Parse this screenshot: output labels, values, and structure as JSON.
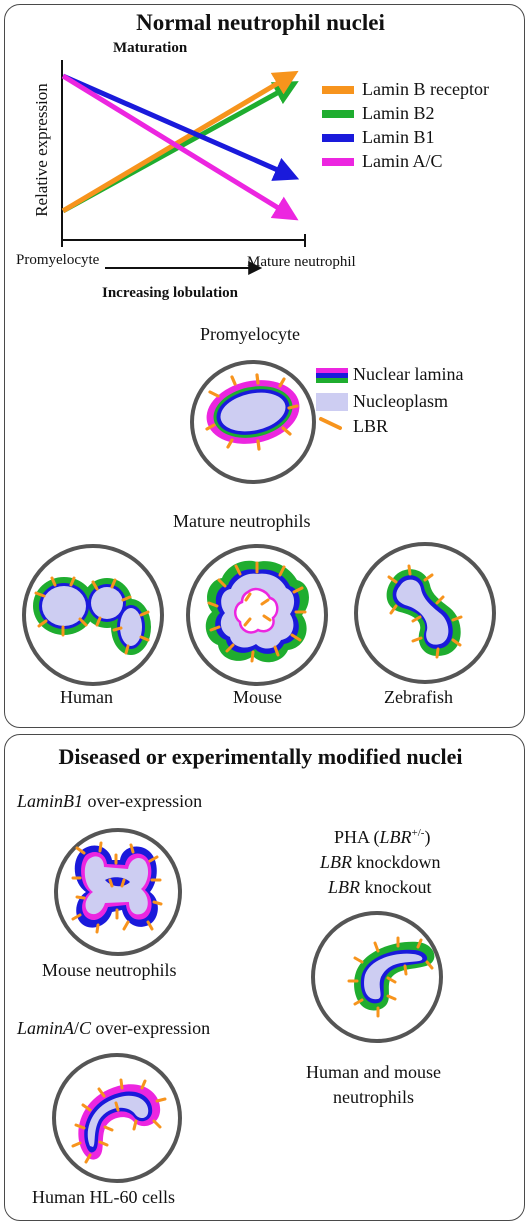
{
  "normal_panel": {
    "title": "Normal neutrophil nuclei",
    "chart_title": "Maturation",
    "y_axis_label": "Relative expression",
    "x_start_label": "Promyelocyte",
    "x_end_label": "Mature neutrophil",
    "arrow_caption": "Increasing lobulation",
    "legend": [
      {
        "label": "Lamin B receptor",
        "color": "#f7941d"
      },
      {
        "label": "Lamin B2",
        "color": "#1fad2f"
      },
      {
        "label": "Lamin B1",
        "color": "#1a1adb"
      },
      {
        "label": "Lamin A/C",
        "color": "#ec26e0"
      }
    ],
    "promyelocyte_label": "Promyelocyte",
    "cell_legend": [
      {
        "label": "Nuclear lamina",
        "icon": "lamina-stripe-icon"
      },
      {
        "label": "Nucleoplasm",
        "icon": "nucleoplasm-swatch-icon",
        "color": "#cdcdf2"
      },
      {
        "label": "LBR",
        "icon": "lbr-dash-icon",
        "color": "#f7941d"
      }
    ],
    "mature_label": "Mature neutrophils",
    "species": [
      "Human",
      "Mouse",
      "Zebrafish"
    ]
  },
  "modified_panel": {
    "title": "Diseased or experimentally modified nuclei",
    "laminb1": {
      "gene": "LaminB1",
      "suffix": " over-expression",
      "cell_label": "Mouse neutrophils"
    },
    "laminac": {
      "gene": "LaminA",
      "slash": "/",
      "gene2": "C",
      "suffix": " over-expression",
      "cell_label": "Human HL-60 cells"
    },
    "lbr": {
      "pha_prefix": "PHA (",
      "pha_gene": "LBR",
      "pha_sup": "+/-",
      "pha_suffix": ")",
      "knockdown_gene": "LBR",
      "knockdown_suffix": " knockdown",
      "knockout_gene": "LBR",
      "knockout_suffix": " knockout",
      "cell_label_line1": "Human and mouse",
      "cell_label_line2": "neutrophils"
    }
  },
  "chart_data": {
    "type": "line",
    "title": "Maturation",
    "xlabel": "",
    "ylabel": "Relative expression",
    "categories": [
      "Promyelocyte",
      "Mature neutrophil"
    ],
    "series": [
      {
        "name": "Lamin B receptor",
        "values": [
          0.05,
          1.0
        ],
        "color": "#f7941d"
      },
      {
        "name": "Lamin B2",
        "values": [
          0.05,
          0.93
        ],
        "color": "#1fad2f"
      },
      {
        "name": "Lamin B1",
        "values": [
          1.0,
          0.3
        ],
        "color": "#1a1adb"
      },
      {
        "name": "Lamin A/C",
        "values": [
          1.0,
          0.02
        ],
        "color": "#ec26e0"
      }
    ]
  }
}
